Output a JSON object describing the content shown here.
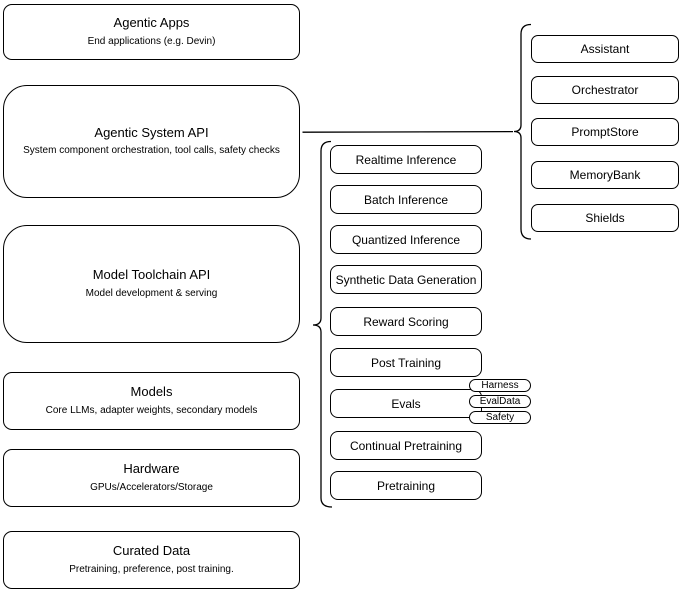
{
  "diagram": {
    "background": "#ffffff",
    "stroke_color": "#000000",
    "left_stack": [
      {
        "title": "Agentic Apps",
        "subtitle": "End applications (e.g. Devin)"
      },
      {
        "title": "Agentic System API",
        "subtitle": "System component orchestration, tool calls, safety checks"
      },
      {
        "title": "Model Toolchain API",
        "subtitle": "Model development & serving"
      },
      {
        "title": "Models",
        "subtitle": "Core LLMs, adapter weights, secondary models"
      },
      {
        "title": "Hardware",
        "subtitle": "GPUs/Accelerators/Storage"
      },
      {
        "title": "Curated Data",
        "subtitle": "Pretraining, preference, post training."
      }
    ],
    "toolchain_services": [
      {
        "label": "Realtime Inference"
      },
      {
        "label": "Batch Inference"
      },
      {
        "label": "Quantized Inference"
      },
      {
        "label": "Synthetic Data Generation"
      },
      {
        "label": "Reward Scoring"
      },
      {
        "label": "Post Training"
      },
      {
        "label": "Evals"
      },
      {
        "label": "Continual Pretraining"
      },
      {
        "label": "Pretraining"
      }
    ],
    "evals_tags": [
      {
        "label": "Harness"
      },
      {
        "label": "EvalData"
      },
      {
        "label": "Safety"
      }
    ],
    "system_components": [
      {
        "label": "Assistant"
      },
      {
        "label": "Orchestrator"
      },
      {
        "label": "PromptStore"
      },
      {
        "label": "MemoryBank"
      },
      {
        "label": "Shields"
      }
    ]
  }
}
